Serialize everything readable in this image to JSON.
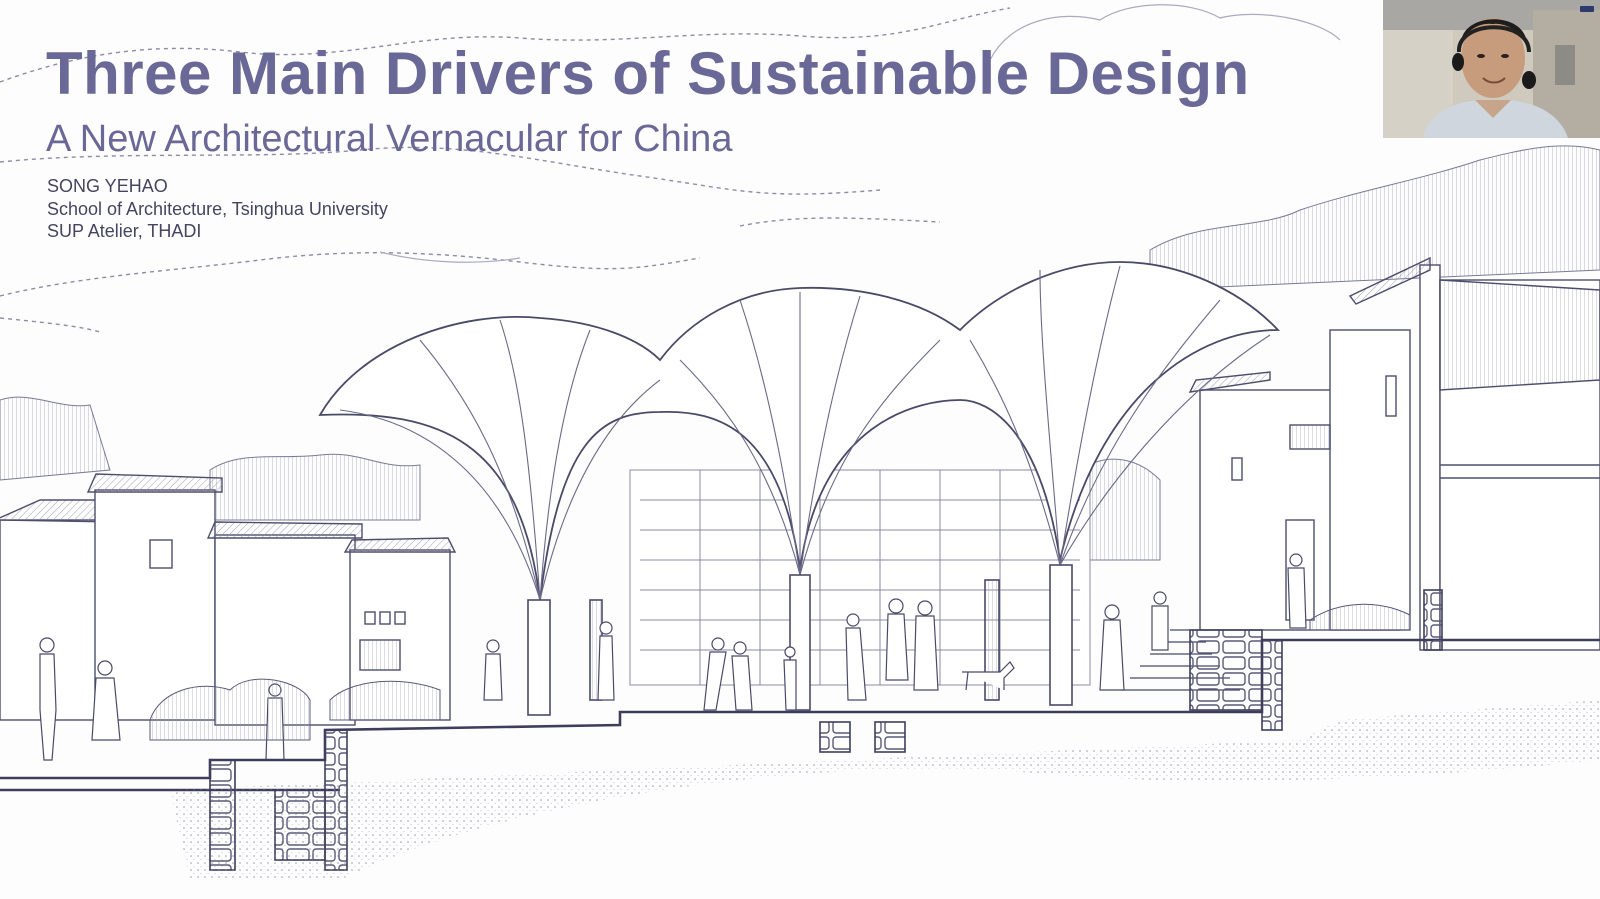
{
  "slide": {
    "title": "Three Main Drivers of Sustainable Design",
    "subtitle": "A New Architectural Vernacular for China",
    "author": "SONG YEHAO",
    "affiliation_1": "School of Architecture, Tsinghua University",
    "affiliation_2": "SUP Atelier, THADI"
  },
  "colors": {
    "title": "#6a6896",
    "subtitle": "#6a6896",
    "line_art": "#5a5a78",
    "background": "#fdfdfd"
  },
  "webcam": {
    "icon": "person-video-feed"
  }
}
